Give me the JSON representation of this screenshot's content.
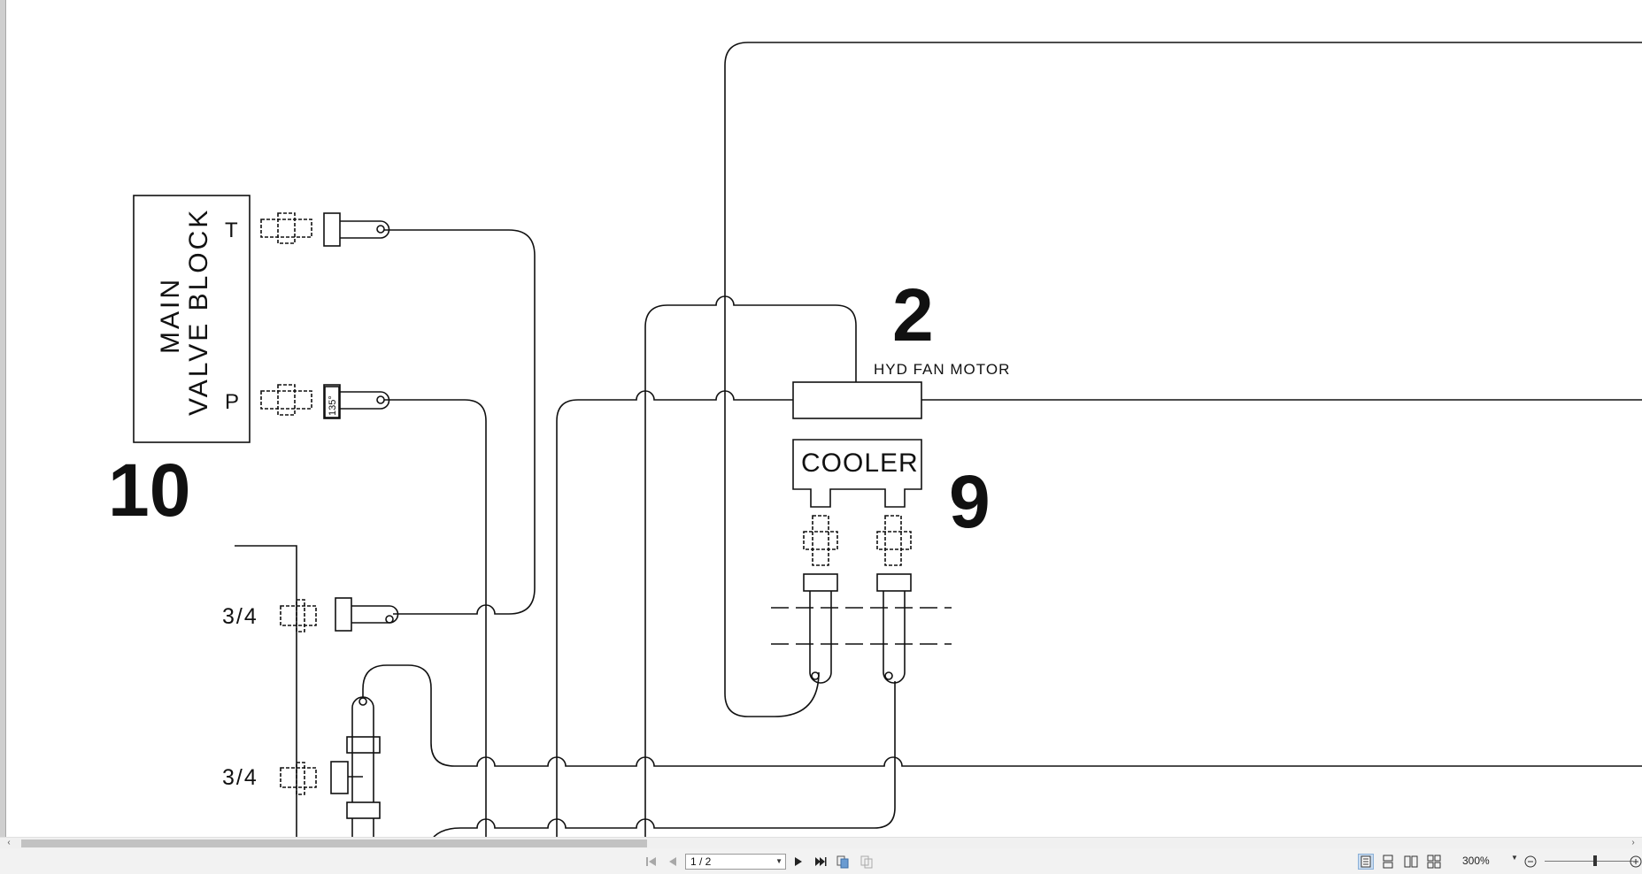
{
  "drawing": {
    "main_valve_block": [
      "MAIN",
      "VALVE BLOCK"
    ],
    "port_t": "T",
    "port_p": "P",
    "fitting_angle": "135°",
    "callout_valve_block": "10",
    "callout_fan_motor": "2",
    "fan_motor_label": "HYD FAN MOTOR",
    "cooler_label": "COOLER",
    "callout_cooler": "9",
    "size_upper": "3/4",
    "size_lower": "3/4"
  },
  "toolbar": {
    "page_indicator": "1 / 2",
    "zoom_level": "300%"
  },
  "icons": {
    "first_page": "first-page-icon",
    "prev_page": "prev-page-icon",
    "next_page": "next-page-icon",
    "last_page": "last-page-icon",
    "go_back": "go-back-icon",
    "go_forward": "go-forward-icon",
    "single_page": "single-page-view-icon",
    "continuous": "continuous-view-icon",
    "two_page": "two-page-view-icon",
    "book_view": "book-view-icon",
    "zoom_out": "zoom-out-icon",
    "zoom_in": "zoom-in-icon"
  }
}
